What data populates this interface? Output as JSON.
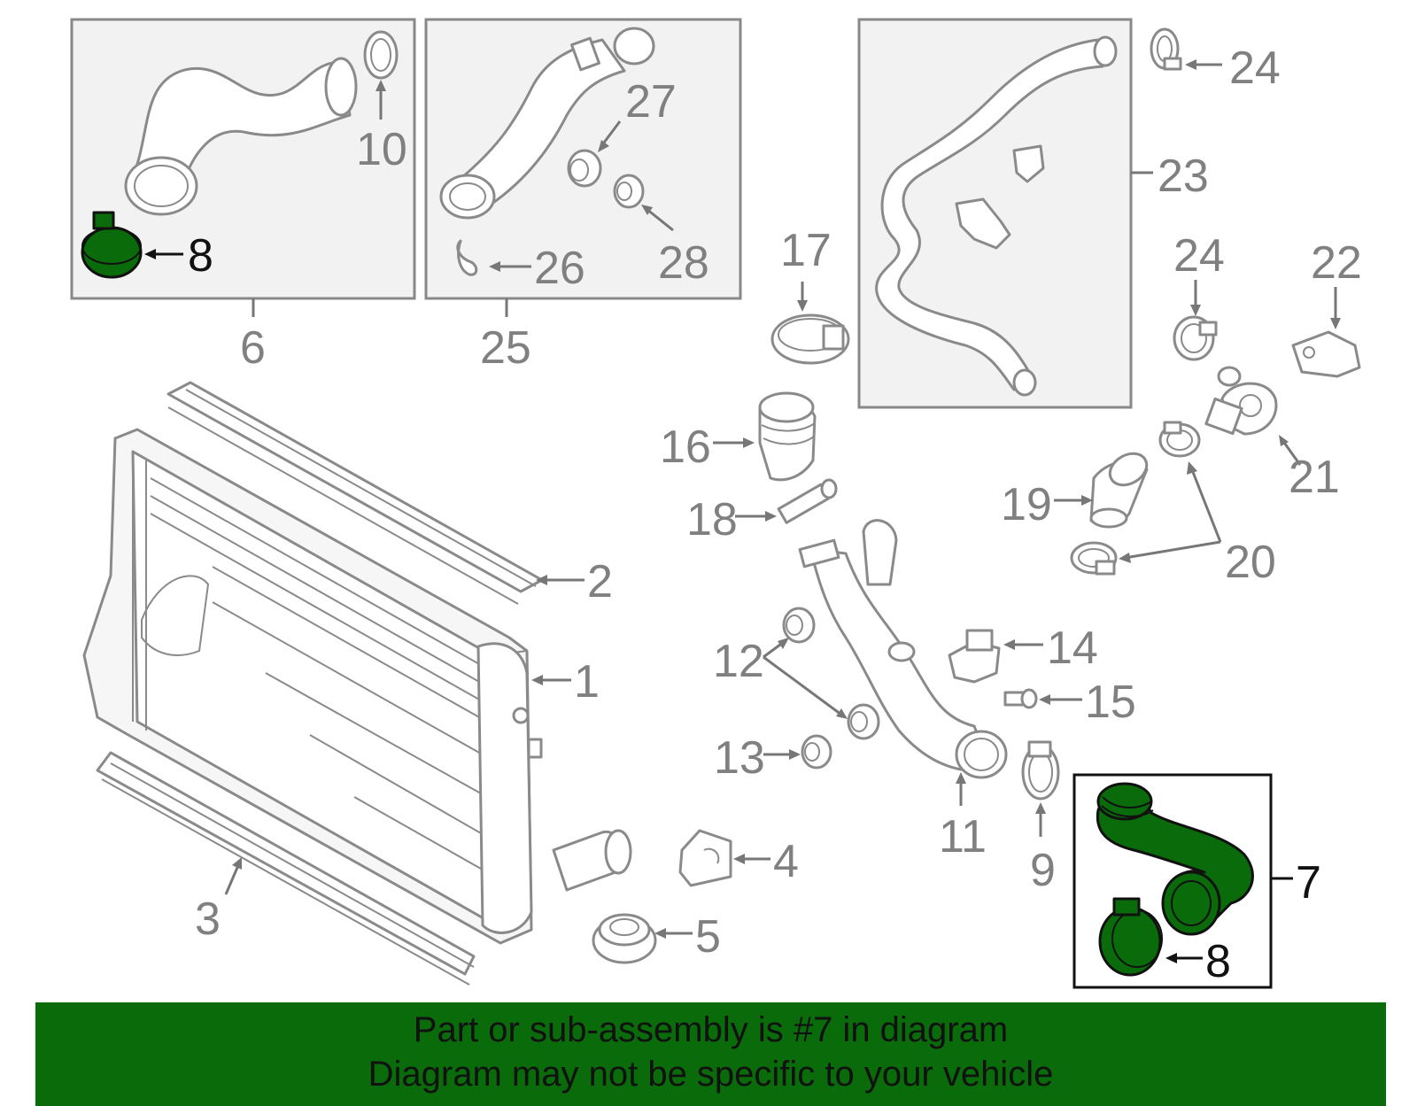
{
  "diagram": {
    "callouts": {
      "c1": "1",
      "c2": "2",
      "c3": "3",
      "c4": "4",
      "c5": "5",
      "c6": "6",
      "c7": "7",
      "c8a": "8",
      "c8b": "8",
      "c9": "9",
      "c10": "10",
      "c11": "11",
      "c12": "12",
      "c13": "13",
      "c14": "14",
      "c15": "15",
      "c16": "16",
      "c17": "17",
      "c18": "18",
      "c19": "19",
      "c20": "20",
      "c21": "21",
      "c22": "22",
      "c23": "23",
      "c24a": "24",
      "c24b": "24",
      "c25": "25",
      "c26": "26",
      "c27": "27",
      "c28": "28"
    },
    "highlight_color": "#0a6b0a",
    "part_color": "#8a8a8a"
  },
  "banner": {
    "line1": "Part or sub-assembly is #7 in diagram",
    "line2": "Diagram may not be specific to your vehicle",
    "background": "#0a6b0a"
  }
}
